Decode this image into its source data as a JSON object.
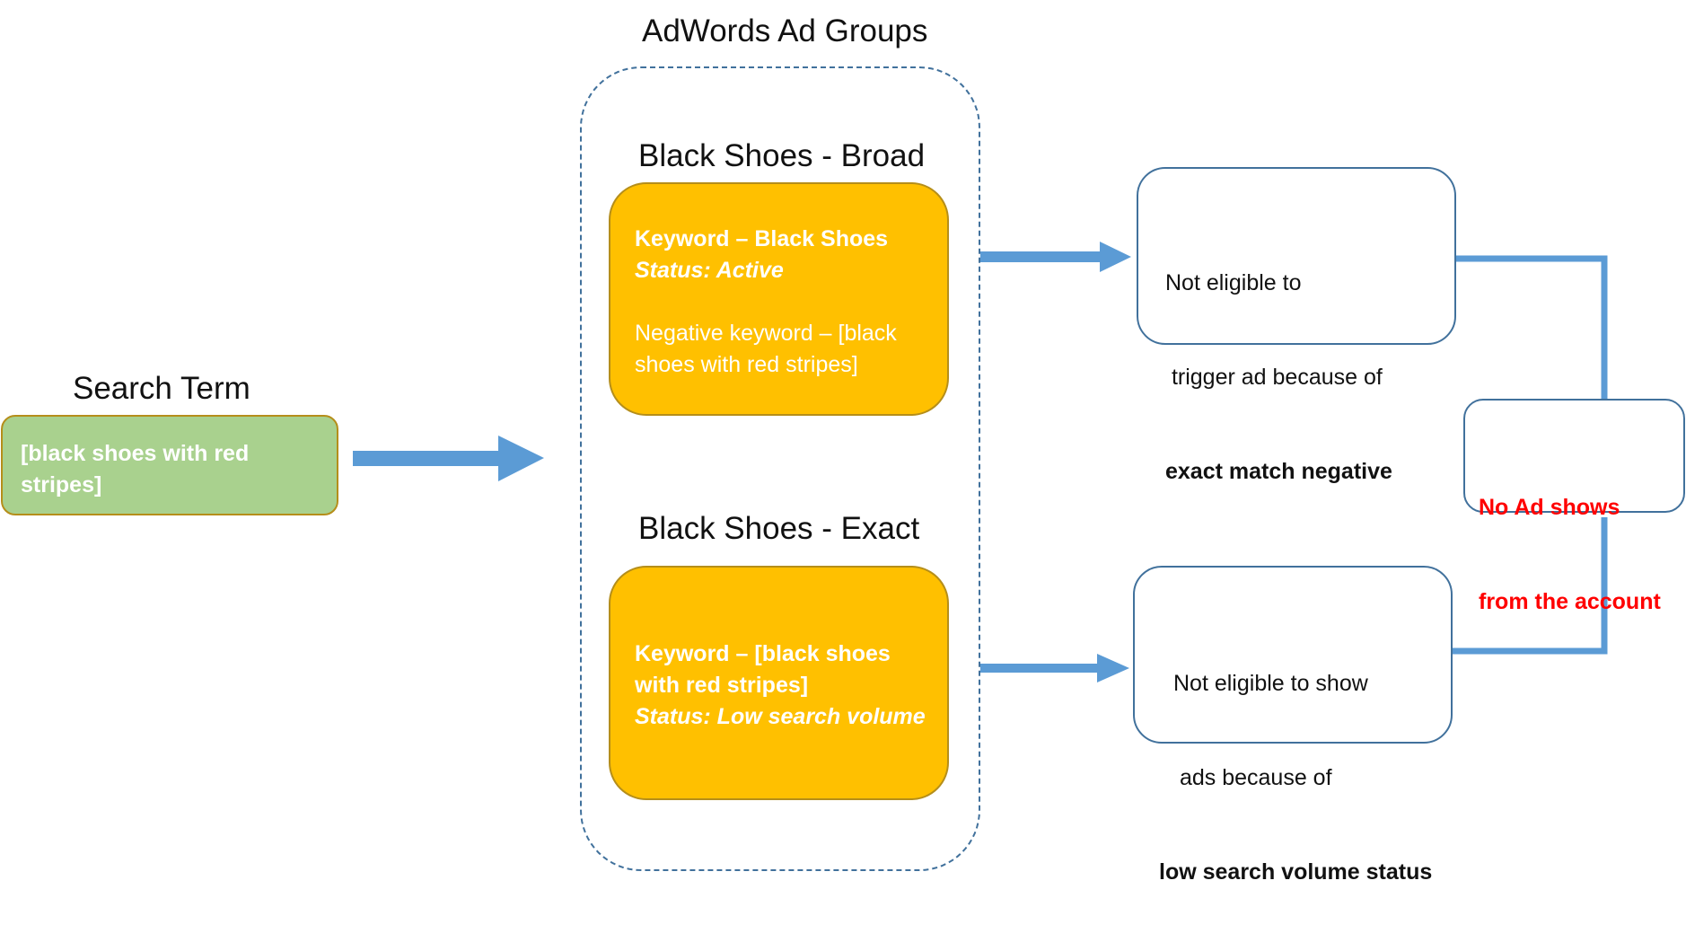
{
  "diagram": {
    "search_term": {
      "heading": "Search Term",
      "query_lines": [
        "[black shoes with red",
        "stripes]"
      ]
    },
    "ad_groups": {
      "heading": "AdWords Ad Groups",
      "broad": {
        "title": "Black Shoes - Broad",
        "keyword": "Keyword – Black Shoes",
        "status": "Status: Active",
        "negative_lines": [
          "Negative keyword – [black",
          "shoes with red stripes]"
        ]
      },
      "exact": {
        "title": "Black Shoes - Exact",
        "keyword_lines": [
          "Keyword – [black shoes",
          "with red stripes]"
        ],
        "status": "Status: Low search volume"
      }
    },
    "outcomes": {
      "broad": {
        "line1": "Not eligible to",
        "line2": " trigger ad because of",
        "reason": "exact match negative"
      },
      "exact": {
        "line1": "Not eligible to show",
        "line2": " ads because of",
        "reason": "low search volume status"
      }
    },
    "result": {
      "lines": [
        "No Ad shows",
        "from the account"
      ]
    },
    "colors": {
      "arrow": "#5b9bd5",
      "search_box": "#a9d18e",
      "keyword_box": "#ffc000",
      "box_border": "#41719c",
      "result_text": "#ff0000"
    }
  }
}
